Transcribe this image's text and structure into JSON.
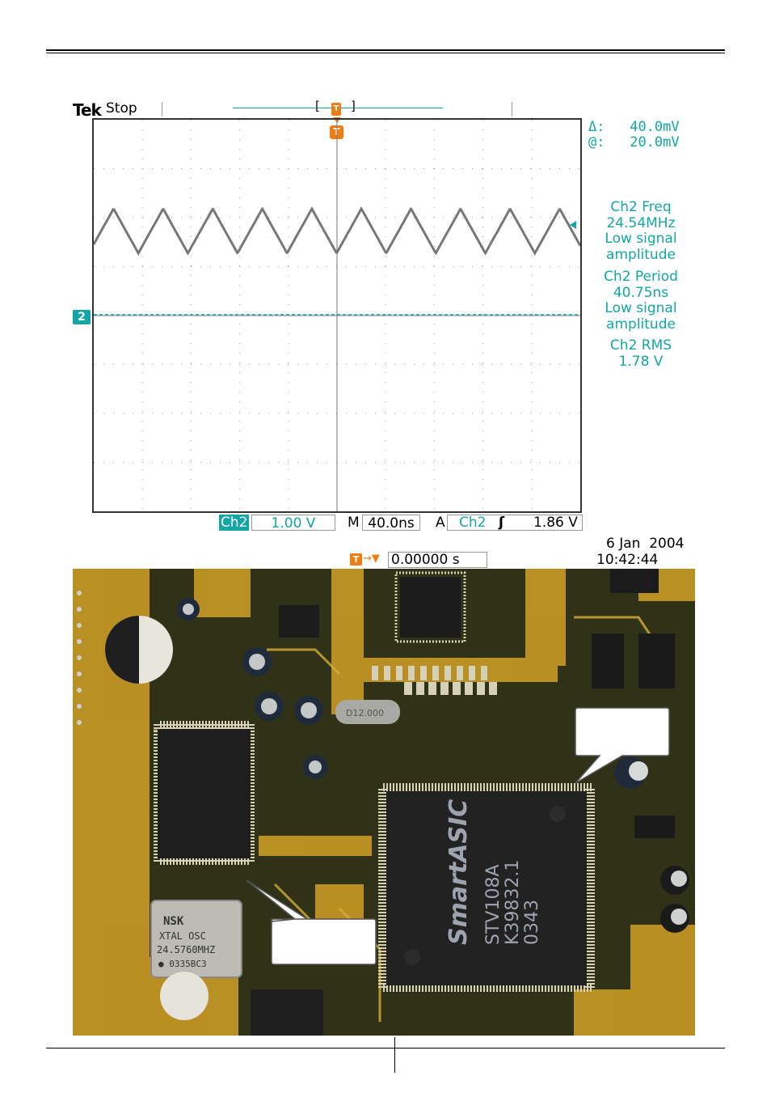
{
  "scope": {
    "brand": "Tek",
    "state": "Stop",
    "trigger_marker": "T",
    "channel_marker": "2",
    "cursor": {
      "delta_label": "Δ:",
      "delta_value": "40.0mV",
      "at_label": "@:",
      "at_value": "20.0mV"
    },
    "measurements": {
      "freq_title": "Ch2 Freq",
      "freq_value": "24.54MHz",
      "freq_note_1": "Low signal",
      "freq_note_2": "amplitude",
      "period_title": "Ch2 Period",
      "period_value": "40.75ns",
      "period_note_1": "Low signal",
      "period_note_2": "amplitude",
      "rms_title": "Ch2 RMS",
      "rms_value": "1.78 V"
    },
    "bottom_bar": {
      "channel": "Ch2",
      "volts_div": "1.00 V",
      "m_label": "M",
      "time_div": "40.0ns",
      "a_label": "A",
      "trigger_source": "Ch2",
      "trigger_slope": "ʃ",
      "trigger_level": "1.86 V"
    },
    "date": "6 Jan  2004",
    "time": "10:42:44",
    "delay_marker": "T",
    "delay_arrow": "→▼",
    "delay_value": "0.00000 s",
    "colors": {
      "accent": "#14a6a6",
      "marker": "#f07d12",
      "trace": "#777777"
    }
  },
  "photo": {
    "chip_main_brand": "SmartASIC",
    "chip_main_model": "STV108A",
    "chip_main_code": "K39832.1",
    "chip_main_date": "0343",
    "crystal_brand": "NSK",
    "crystal_line1": "XTAL OSC",
    "crystal_freq": "24.5760MHZ",
    "crystal_code": "● 0335BC3",
    "small_crystal": "D12.000"
  }
}
